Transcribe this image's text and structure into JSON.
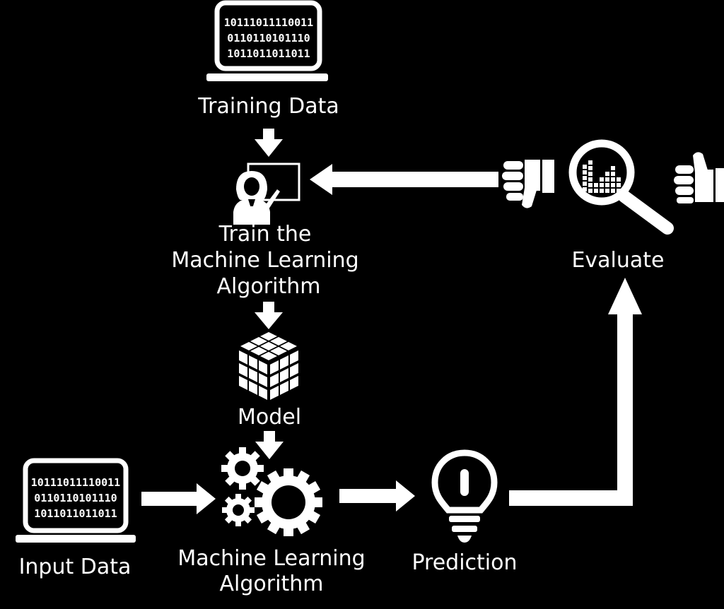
{
  "nodes": {
    "training_data": {
      "label": "Training Data",
      "binary": [
        "10111011110011",
        "0110110101110",
        "1011011011011"
      ]
    },
    "train": {
      "label_lines": [
        "Train the",
        "Machine Learning",
        "Algorithm"
      ]
    },
    "model": {
      "label": "Model"
    },
    "input_data": {
      "label": "Input Data",
      "binary": [
        "10111011110011",
        "0110110101110",
        "1011011011011"
      ]
    },
    "algorithm": {
      "label_lines": [
        "Machine Learning",
        "Algorithm"
      ]
    },
    "prediction": {
      "label": "Prediction"
    },
    "evaluate": {
      "label": "Evaluate"
    }
  },
  "colors": {
    "background": "#000000",
    "foreground": "#ffffff"
  },
  "icons": {
    "training_data": "laptop-binary-icon",
    "train": "teacher-whiteboard-icon",
    "model": "cube-grid-icon",
    "input_data": "laptop-binary-icon",
    "algorithm": "gears-icon",
    "prediction": "lightbulb-icon",
    "evaluate": "magnifier-chart-icon",
    "thumbs_down": "thumbs-down-icon",
    "thumbs_up": "thumbs-up-icon"
  }
}
